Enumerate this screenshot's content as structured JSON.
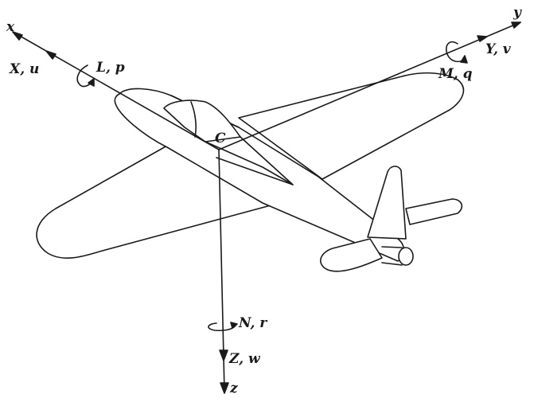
{
  "axes": {
    "x": {
      "axis": "x",
      "force": "X, u",
      "moment": "L, p"
    },
    "y": {
      "axis": "y",
      "force": "Y, v",
      "moment": "M, q"
    },
    "z": {
      "axis": "z",
      "force": "Z, w",
      "moment": "N, r"
    }
  },
  "origin": "C",
  "colors": {
    "ink": "#1a1a1a",
    "paper": "#ffffff"
  }
}
